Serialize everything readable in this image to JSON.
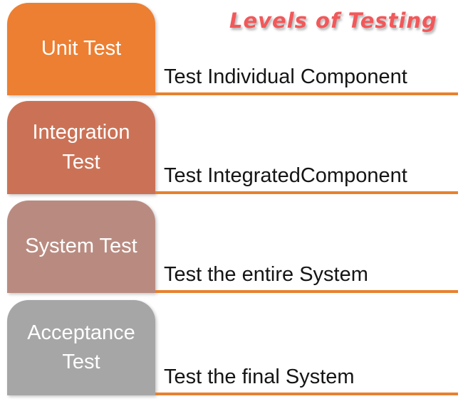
{
  "title": {
    "text": "Levels of Testing",
    "color": "#F2585A"
  },
  "colors": {
    "line": "#E8812F",
    "text": "#151515",
    "label": "#FFFFFF"
  },
  "levels": [
    {
      "name": "Unit Test",
      "description": "Test Individual Component",
      "box_color": "#EC7F32"
    },
    {
      "name": "Integration Test",
      "description": "Test IntegratedComponent",
      "box_color": "#CB7256"
    },
    {
      "name": "System Test",
      "description": "Test the entire System",
      "box_color": "#B98B80"
    },
    {
      "name": "Acceptance Test",
      "description": "Test the final System",
      "box_color": "#A6A6A6"
    }
  ]
}
